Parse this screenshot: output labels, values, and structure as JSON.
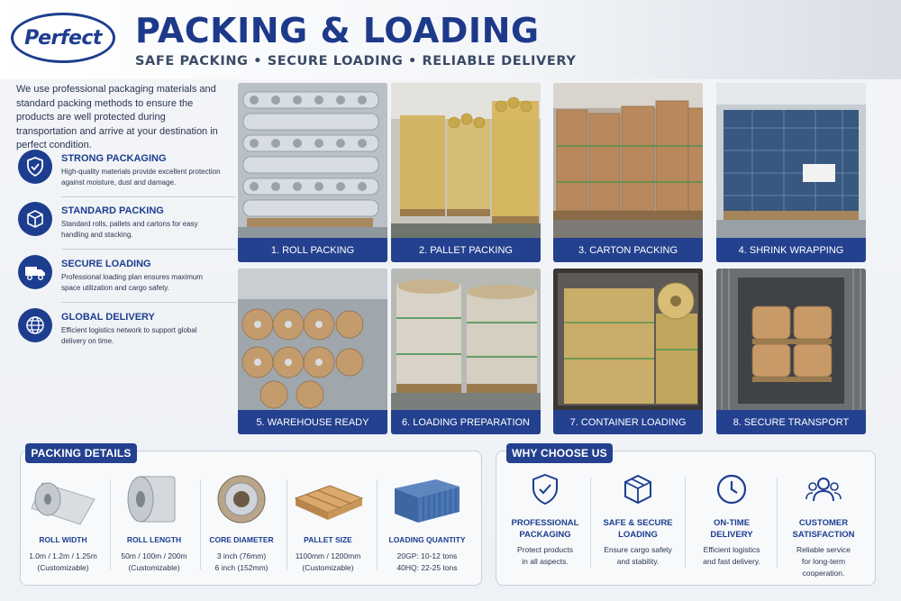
{
  "brand": {
    "logo_text": "Perfect"
  },
  "header": {
    "title": "PACKING & LOADING",
    "subtitle": "SAFE PACKING • SECURE LOADING • RELIABLE DELIVERY"
  },
  "intro": "We use professional packaging materials and standard packing methods to ensure the products are well protected during transportation and arrive at your destination in perfect condition.",
  "features": [
    {
      "icon": "shield-check-icon",
      "title": "STRONG PACKAGING",
      "desc": "High-quality materials provide excellent protection against moisture, dust and damage."
    },
    {
      "icon": "box-icon",
      "title": "STANDARD PACKING",
      "desc": "Standard rolls, pallets and cartons for easy handling and stacking."
    },
    {
      "icon": "truck-icon",
      "title": "SECURE LOADING",
      "desc": "Professional loading plan ensures maximum space utilization and cargo safety."
    },
    {
      "icon": "globe-icon",
      "title": "GLOBAL DELIVERY",
      "desc": "Efficient logistics network to support global delivery on time."
    }
  ],
  "steps": [
    "1. ROLL PACKING",
    "2. PALLET PACKING",
    "3. CARTON PACKING",
    "4. SHRINK WRAPPING",
    "5. WAREHOUSE READY",
    "6. LOADING PREPARATION",
    "7. CONTAINER LOADING",
    "8. SECURE TRANSPORT"
  ],
  "packing_details": {
    "heading": "PACKING DETAILS",
    "items": [
      {
        "icon": "foil-roll-icon",
        "label": "ROLL WIDTH",
        "lines": [
          "1.0m / 1.2m / 1.25m",
          "(Customizable)"
        ]
      },
      {
        "icon": "foil-roll-icon",
        "label": "ROLL LENGTH",
        "lines": [
          "50m / 100m / 200m",
          "(Customizable)"
        ]
      },
      {
        "icon": "core-tube-icon",
        "label": "CORE DIAMETER",
        "lines": [
          "3 inch (76mm)",
          "6 inch (152mm)"
        ]
      },
      {
        "icon": "pallet-icon",
        "label": "PALLET SIZE",
        "lines": [
          "1100mm / 1200mm",
          "(Customizable)"
        ]
      },
      {
        "icon": "container-icon",
        "label": "LOADING QUANTITY",
        "lines": [
          "20GP: 10-12 tons",
          "40HQ: 22-25 tons"
        ]
      }
    ]
  },
  "why_choose_us": {
    "heading": "WHY CHOOSE US",
    "items": [
      {
        "icon": "shield-check-icon",
        "title": [
          "PROFESSIONAL",
          "PACKAGING"
        ],
        "desc": [
          "Protect products",
          "in all aspects."
        ]
      },
      {
        "icon": "box-icon",
        "title": [
          "SAFE & SECURE",
          "LOADING"
        ],
        "desc": [
          "Ensure cargo safety",
          "and stability."
        ]
      },
      {
        "icon": "clock-icon",
        "title": [
          "ON-TIME",
          "DELIVERY"
        ],
        "desc": [
          "Efficient logistics",
          "and fast delivery."
        ]
      },
      {
        "icon": "users-icon",
        "title": [
          "CUSTOMER",
          "SATISFACTION"
        ],
        "desc": [
          "Reliable service",
          "for long-term",
          "cooperation."
        ]
      }
    ]
  },
  "colors": {
    "navy": "#1d3d8f",
    "caption": "#23418f",
    "text": "#2a3550"
  }
}
